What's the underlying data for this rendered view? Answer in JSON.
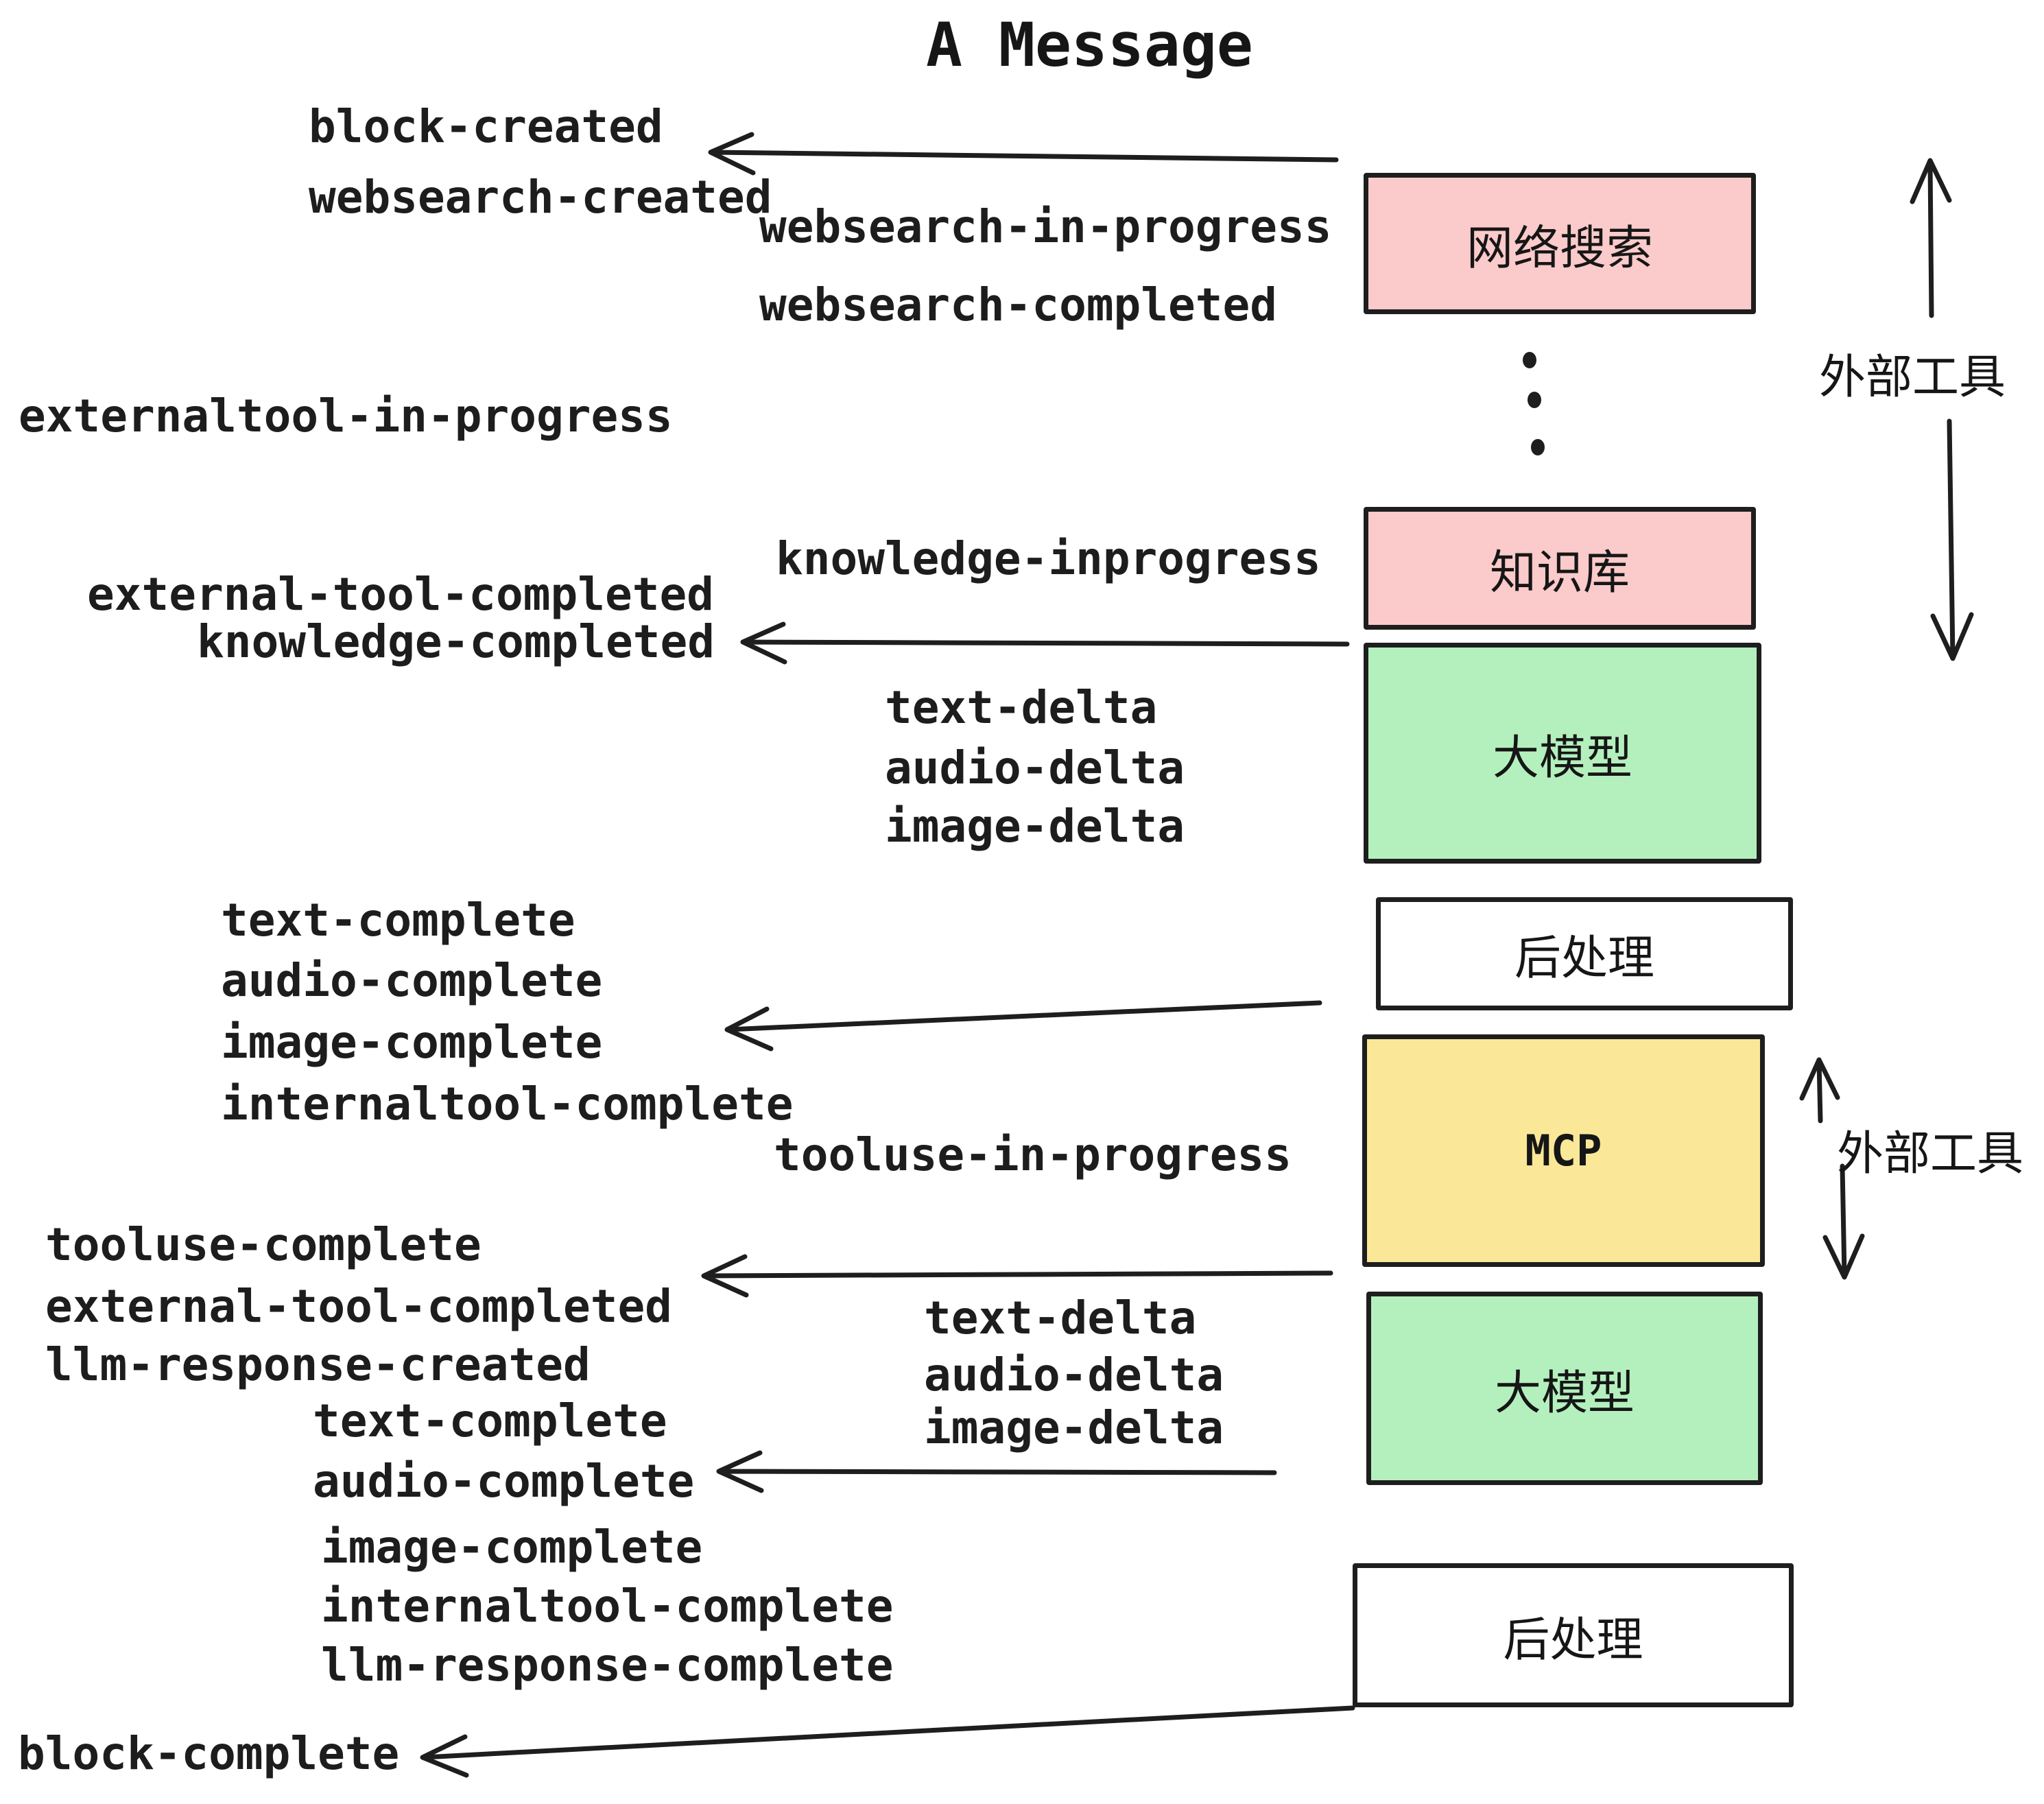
{
  "title": "A Message",
  "events": {
    "block_created": "block-created",
    "websearch_created": "websearch-created",
    "websearch_in_progress": "websearch-in-progress",
    "websearch_completed": "websearch-completed",
    "externaltool_in_progress": "externaltool-in-progress",
    "external_tool_completed_1": "external-tool-completed",
    "knowledge_inprogress": "knowledge-inprogress",
    "knowledge_completed": "knowledge-completed",
    "text_delta_1": "text-delta",
    "audio_delta_1": "audio-delta",
    "image_delta_1": "image-delta",
    "text_complete_1": "text-complete",
    "audio_complete_1": "audio-complete",
    "image_complete_1": "image-complete",
    "internaltool_complete_1": "internaltool-complete",
    "tooluse_in_progress": "tooluse-in-progress",
    "tooluse_complete": "tooluse-complete",
    "external_tool_completed_2": "external-tool-completed",
    "llm_response_created": "llm-response-created",
    "text_complete_2": "text-complete",
    "audio_complete_2": "audio-complete",
    "text_delta_2": "text-delta",
    "audio_delta_2": "audio-delta",
    "image_delta_2": "image-delta",
    "image_complete_2": "image-complete",
    "internaltool_complete_2": "internaltool-complete",
    "llm_response_complete": "llm-response-complete",
    "block_complete": "block-complete"
  },
  "boxes": [
    {
      "label": "网络搜索",
      "fill": "#fbcaca"
    },
    {
      "label": "知识库",
      "fill": "#fbcaca"
    },
    {
      "label": "大模型",
      "fill": "#b4f0be"
    },
    {
      "label": "后处理",
      "fill": "#ffffff"
    },
    {
      "label": "MCP",
      "fill": "#fae898"
    },
    {
      "label": "大模型",
      "fill": "#b4f0be"
    },
    {
      "label": "后处理",
      "fill": "#ffffff"
    }
  ],
  "side_annotations": {
    "external_tools_top": "外部工具",
    "external_tools_mcp": "外部工具"
  },
  "colors": {
    "stroke": "#1e1e1e",
    "text": "#1d1d1d",
    "pink": "#fbcaca",
    "green": "#b4f0be",
    "yellow": "#fae898",
    "white": "#ffffff"
  }
}
